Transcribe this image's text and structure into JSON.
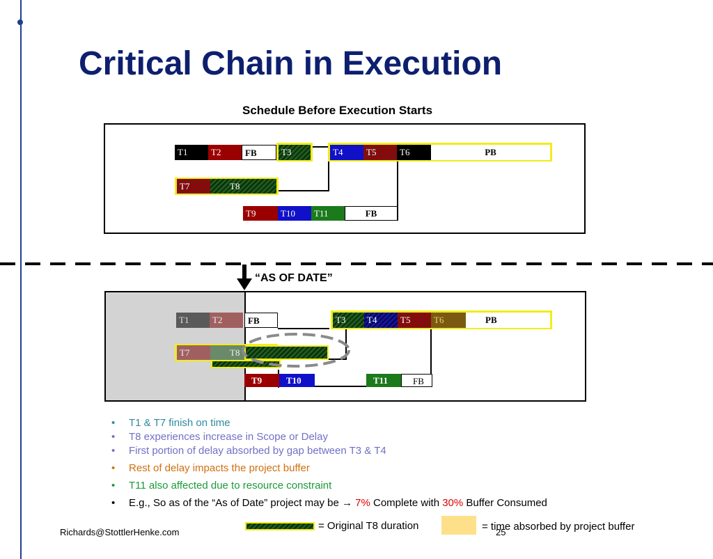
{
  "slide": {
    "title": "Critical Chain in Execution",
    "subtitle": "Schedule Before Execution Starts",
    "as_of_date": "“AS OF DATE”",
    "email": "Richards@StottlerHenke.com",
    "page_number": "25"
  },
  "before": {
    "row1": [
      "T1",
      "T2",
      "FB",
      "T3",
      "T4",
      "T5",
      "T6",
      "PB"
    ],
    "row2": [
      "T7",
      "T8"
    ],
    "row3": [
      "T9",
      "T10",
      "T11",
      "FB"
    ]
  },
  "after": {
    "row1": [
      "T1",
      "T2",
      "FB",
      "T3",
      "T4",
      "T5",
      "T6",
      "PB"
    ],
    "row2": [
      "T7",
      "T8"
    ],
    "row3": [
      "T9",
      "T10",
      "T11",
      "FB"
    ]
  },
  "bullets": [
    {
      "text": "T1 & T7 finish on time",
      "color": "#2e8a9e"
    },
    {
      "text": "T8 experiences increase in Scope or Delay",
      "color": "#7070c8"
    },
    {
      "text": "First portion of delay absorbed by gap between T3 & T4",
      "color": "#7070c8"
    },
    {
      "text": "Rest of delay impacts the project buffer",
      "color": "#d07010"
    },
    {
      "text": "T11 also affected due to resource constraint",
      "color": "#1a9a3a"
    }
  ],
  "last_bullet": {
    "prefix": "E.g., So as of the “As of Date” project may be ",
    "arrow": "→",
    "pct1": "7%",
    "mid": " Complete with ",
    "pct2": "30%",
    "suffix": " Buffer Consumed"
  },
  "legend": {
    "original": "= Original T8 duration",
    "absorbed": "= time absorbed by project buffer"
  },
  "colors": {
    "title": "#0d1f6e",
    "accent_red": "#e00000",
    "buffer_yellow": "#ffe08a"
  }
}
